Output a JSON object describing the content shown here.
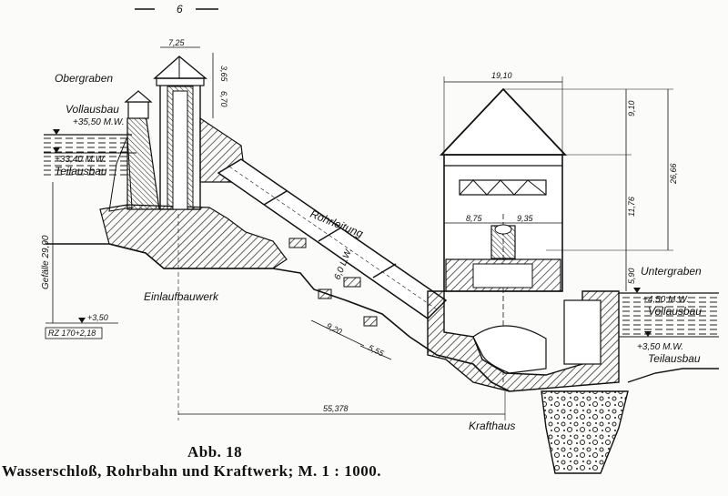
{
  "page_number": "6",
  "labels": {
    "obergraben": "Obergraben",
    "vollausbau_left": "Vollausbau",
    "level_35": "+35,50 M.W.",
    "level_33": "+33,40 M.W.",
    "teilausbau_left": "Teilausbau",
    "gefaelle": "Gefälle 29,90",
    "level_3_left": "+3,50",
    "rz": "RZ 170+2,18",
    "einlauf": "Einlaufbauwerk",
    "rohrleitung": "Rohrleitung",
    "pipe_dia": "6,0 L.W.",
    "untergraben": "Untergraben",
    "level_450": "+4,50 M.W.",
    "vollausbau_right": "Vollausbau",
    "level_350_right": "+3,50 M.W.",
    "teilausbau_right": "Teilausbau",
    "krafthaus": "Krafthaus"
  },
  "dimensions": {
    "tower_width": "7,25",
    "tower_top": "3,65",
    "tower_mid": "6,70",
    "house_width": "19,10",
    "roof_height": "9,10",
    "hall_height": "11,76",
    "total_height": "26,66",
    "base_height": "5,90",
    "bay_left": "8,75",
    "bay_right": "9,35",
    "seg_a": "9,20",
    "seg_b": "5,55",
    "span": "55,378"
  },
  "caption": {
    "figure": "Abb. 18",
    "text": "Wasserschloß, Rohrbahn und Kraftwerk; M. 1 : 1000."
  }
}
